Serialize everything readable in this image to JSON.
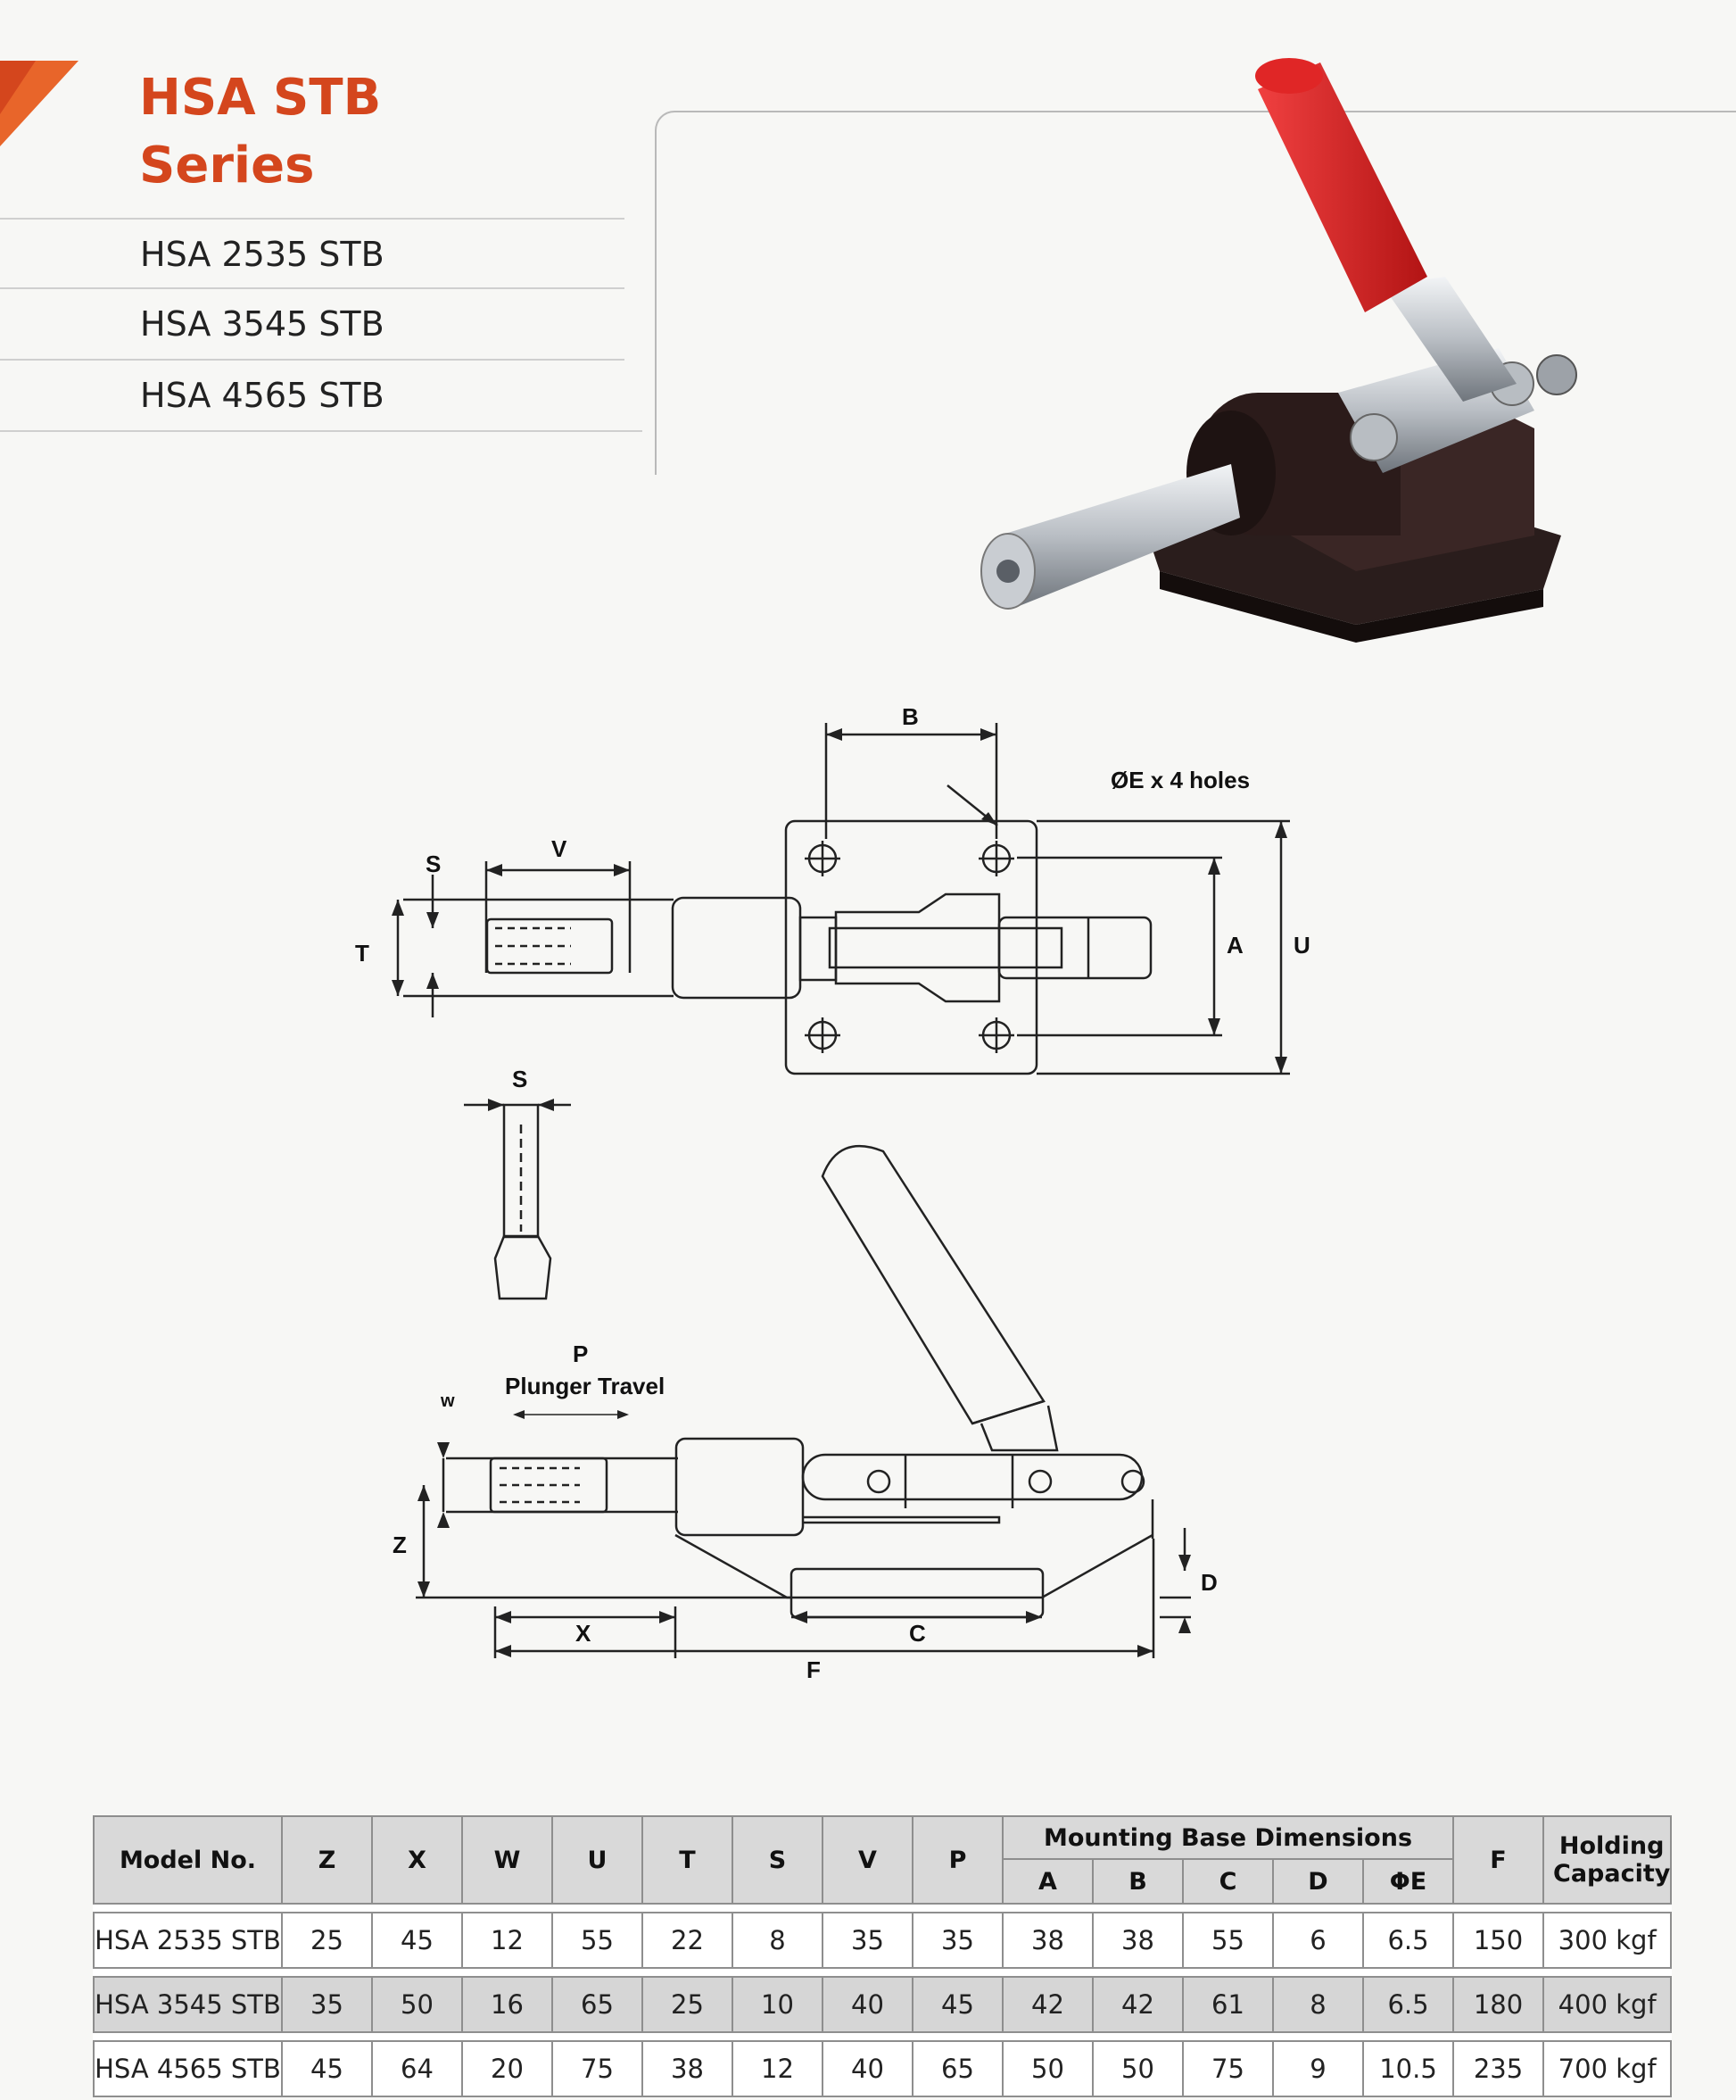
{
  "header": {
    "series_line1": "HSA STB",
    "series_line2": "Series",
    "models": [
      "HSA 2535 STB",
      "HSA 3545 STB",
      "HSA 4565 STB"
    ]
  },
  "drawing_labels": {
    "B": "B",
    "holes": "ØE x 4 holes",
    "S_top": "S",
    "V": "V",
    "T": "T",
    "A": "A",
    "U": "U",
    "S_side": "S",
    "P": "P",
    "plunger_travel": "Plunger Travel",
    "W": "w",
    "Z": "Z",
    "D": "D",
    "X": "X",
    "C": "C",
    "F": "F"
  },
  "table": {
    "model_header": "Model No.",
    "mounting_header": "Mounting Base Dimensions",
    "holding_header": "Holding Capacity",
    "columns": [
      "Z",
      "X",
      "W",
      "U",
      "T",
      "S",
      "V",
      "P",
      "A",
      "B",
      "C",
      "D",
      "ΦE",
      "F"
    ],
    "rows": [
      {
        "model": "HSA 2535 STB",
        "values": [
          "25",
          "45",
          "12",
          "55",
          "22",
          "8",
          "35",
          "35",
          "38",
          "38",
          "55",
          "6",
          "6.5",
          "150"
        ],
        "holding": "300 kgf"
      },
      {
        "model": "HSA 3545 STB",
        "values": [
          "35",
          "50",
          "16",
          "65",
          "25",
          "10",
          "40",
          "45",
          "42",
          "42",
          "61",
          "8",
          "6.5",
          "180"
        ],
        "holding": "400 kgf"
      },
      {
        "model": "HSA 4565 STB",
        "values": [
          "45",
          "64",
          "20",
          "75",
          "38",
          "12",
          "40",
          "65",
          "50",
          "50",
          "75",
          "9",
          "10.5",
          "235"
        ],
        "holding": "700 kgf"
      }
    ]
  },
  "colors": {
    "brand_orange": "#d4461d",
    "handle_red": "#d62020",
    "table_header_gray": "#d9d9d9"
  }
}
